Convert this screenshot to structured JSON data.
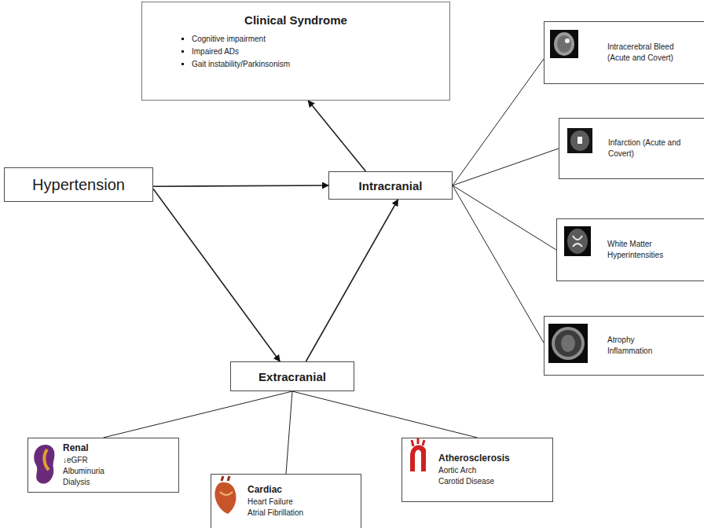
{
  "diagram": {
    "nodes": [
      {
        "text": [
          "Clinical Syndrome",
          "Cognitive impairment",
          "Impaired ADs",
          "Gait instability/Parkinsonism"
        ]
      },
      {
        "text": [
          "Hypertension"
        ]
      },
      {
        "text": [
          "Intracranial"
        ]
      },
      {
        "text": [
          "Intracerebral Bleed (Acute and Covert)"
        ]
      },
      {
        "text": [
          "Infarction (Acute and Covert)"
        ]
      },
      {
        "text": [
          "White Matter Hyperintensities"
        ]
      },
      {
        "text": [
          "Atrophy",
          "Inflammation"
        ]
      },
      {
        "text": [
          "Extracranial"
        ]
      },
      {
        "text": [
          "Renal",
          "↓eGFR",
          "Albuminuria",
          "Dialysis"
        ]
      },
      {
        "text": [
          "Cardiac",
          "Heart Failure",
          "Atrial Fibrillation"
        ]
      },
      {
        "text": [
          "Atherosclerosis",
          "Aortic Arch",
          "Carotid Disease"
        ]
      }
    ],
    "edges": [
      {
        "from": 1,
        "to": 2,
        "arrow": "to"
      },
      {
        "from": 1,
        "to": 7,
        "arrow": "to"
      },
      {
        "from": 7,
        "to": 2,
        "arrow": "to"
      },
      {
        "from": 2,
        "to": 0,
        "arrow": "to"
      },
      {
        "from": 2,
        "to": 3,
        "arrow": "none"
      },
      {
        "from": 2,
        "to": 4,
        "arrow": "none"
      },
      {
        "from": 2,
        "to": 5,
        "arrow": "none"
      },
      {
        "from": 2,
        "to": 6,
        "arrow": "none"
      },
      {
        "from": 7,
        "to": 8,
        "arrow": "none"
      },
      {
        "from": 7,
        "to": 9,
        "arrow": "none"
      },
      {
        "from": 7,
        "to": 10,
        "arrow": "none"
      }
    ]
  }
}
